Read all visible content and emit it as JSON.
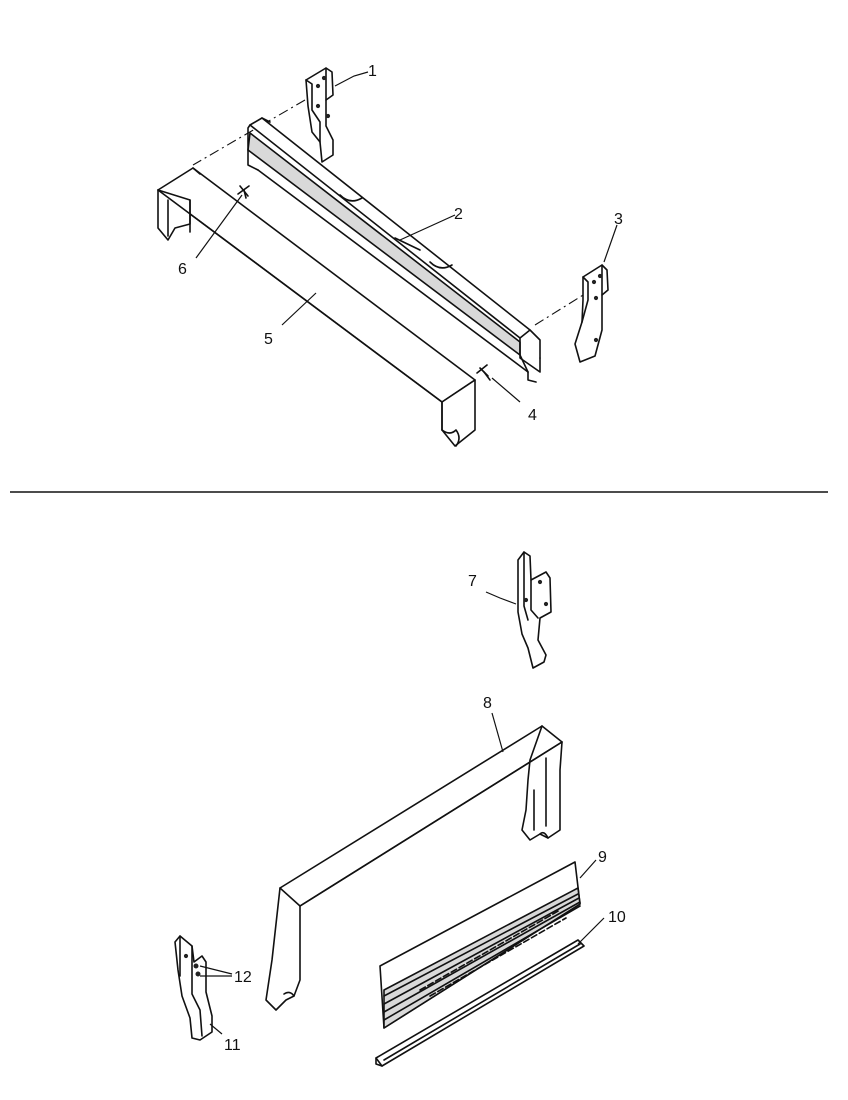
{
  "callouts": {
    "c1": "1",
    "c2": "2",
    "c3": "3",
    "c4": "4",
    "c5": "5",
    "c6": "6",
    "c7": "7",
    "c8": "8",
    "c9": "9",
    "c10": "10",
    "c11": "11",
    "c12": "12"
  },
  "colors": {
    "line": "#111111",
    "background": "#ffffff",
    "shade": "#d9d9d9"
  }
}
